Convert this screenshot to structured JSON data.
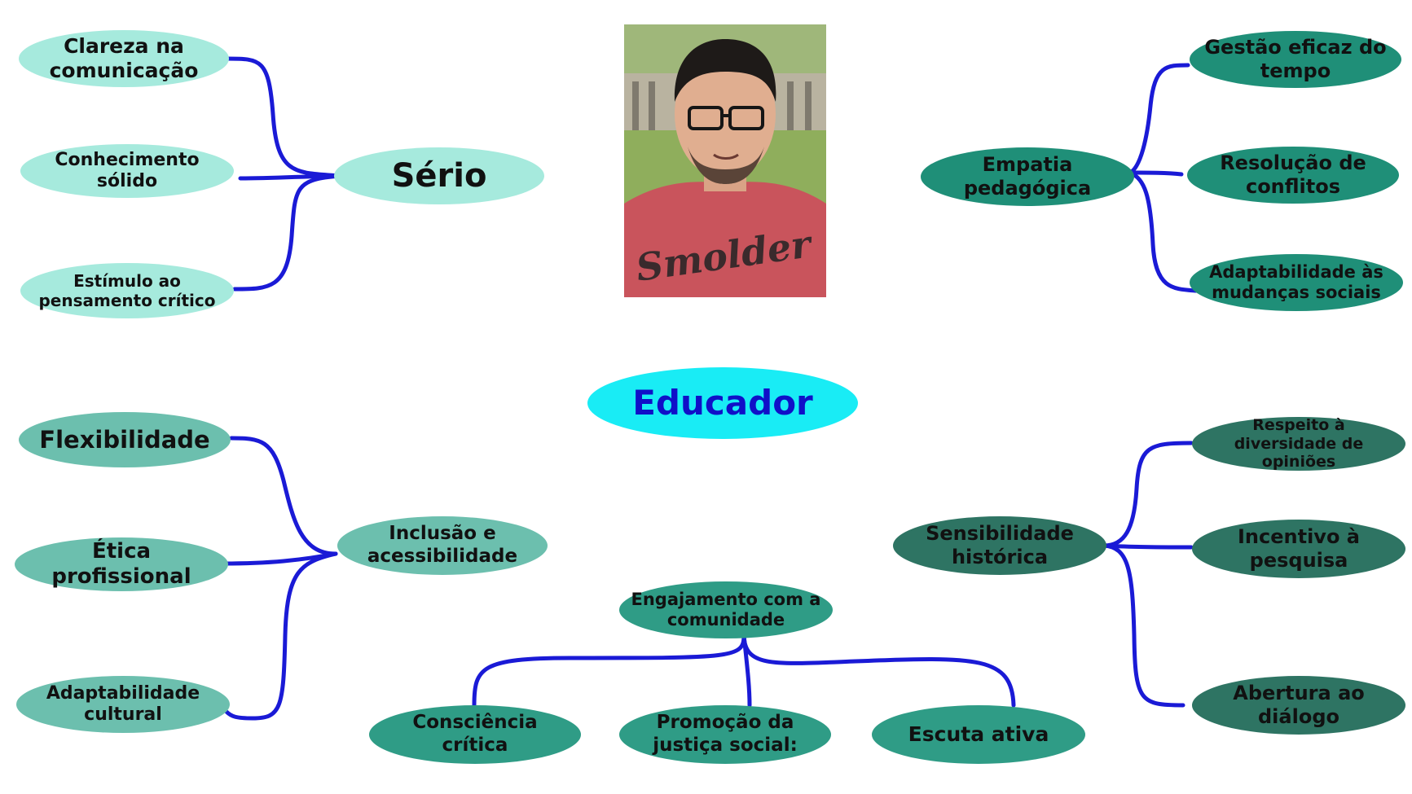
{
  "center": {
    "label": "Educador"
  },
  "photo": {
    "shirt_text": "Smolder"
  },
  "clusters": {
    "serio": {
      "label": "Sério",
      "children": [
        "Clareza na comunicação",
        "Conhecimento sólido",
        "Estímulo ao pensamento crítico"
      ]
    },
    "empatia": {
      "label": "Empatia pedagógica",
      "children": [
        "Gestão eficaz do tempo",
        "Resolução de conflitos",
        "Adaptabilidade às mudanças sociais"
      ]
    },
    "inclusao": {
      "label": "Inclusão e acessibilidade",
      "children": [
        "Flexibilidade",
        "Ética profissional",
        "Adaptabilidade cultural"
      ]
    },
    "sensibilidade": {
      "label": "Sensibilidade histórica",
      "children": [
        "Respeito à diversidade de opiniões",
        "Incentivo à pesquisa",
        "Abertura ao diálogo"
      ]
    },
    "engajamento": {
      "label": "Engajamento com a comunidade",
      "children": [
        "Consciência crítica",
        "Promoção da justiça social:",
        "Escuta ativa"
      ]
    }
  },
  "colors": {
    "connector": "#1a1ad6",
    "serio": "#a6eadd",
    "empatia": "#1f8f78",
    "inclusao": "#6cbfae",
    "sensibilidade": "#2e7463",
    "engajamento": "#2f9c86",
    "center_fill": "#19ecf5",
    "center_text": "#1010c8"
  }
}
